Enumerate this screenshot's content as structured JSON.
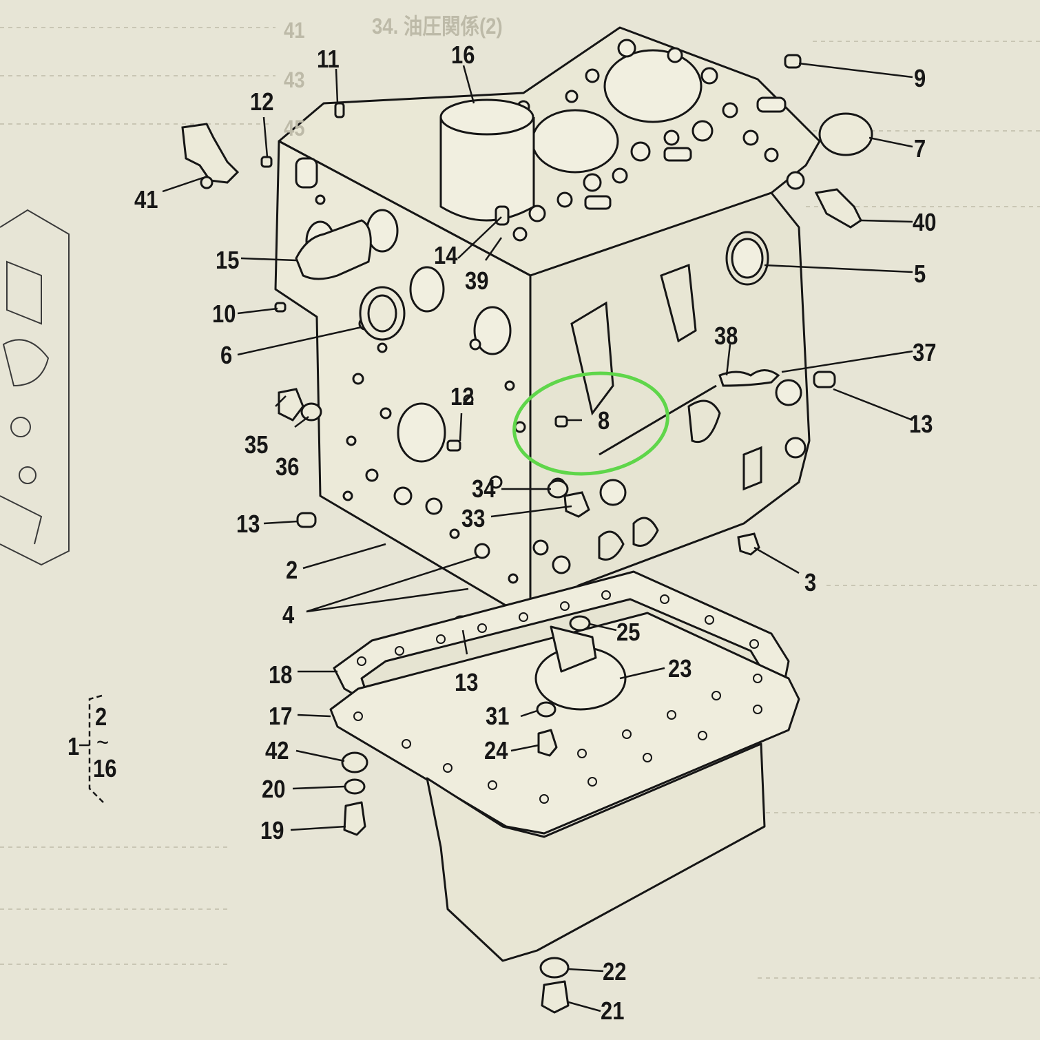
{
  "diagram": {
    "callouts": [
      {
        "id": "1",
        "text": "1"
      },
      {
        "id": "2",
        "text": "2"
      },
      {
        "id": "2b",
        "text": "2"
      },
      {
        "id": "3",
        "text": "3"
      },
      {
        "id": "4",
        "text": "4"
      },
      {
        "id": "5",
        "text": "5"
      },
      {
        "id": "6",
        "text": "6"
      },
      {
        "id": "7",
        "text": "7"
      },
      {
        "id": "8",
        "text": "8"
      },
      {
        "id": "9",
        "text": "9"
      },
      {
        "id": "10",
        "text": "10"
      },
      {
        "id": "11",
        "text": "11"
      },
      {
        "id": "12a",
        "text": "12"
      },
      {
        "id": "12b",
        "text": "12"
      },
      {
        "id": "13a",
        "text": "13"
      },
      {
        "id": "13b",
        "text": "13"
      },
      {
        "id": "13c",
        "text": "13"
      },
      {
        "id": "14",
        "text": "14"
      },
      {
        "id": "15",
        "text": "15"
      },
      {
        "id": "16a",
        "text": "16"
      },
      {
        "id": "16b",
        "text": "16"
      },
      {
        "id": "17",
        "text": "17"
      },
      {
        "id": "18",
        "text": "18"
      },
      {
        "id": "19",
        "text": "19"
      },
      {
        "id": "20",
        "text": "20"
      },
      {
        "id": "21",
        "text": "21"
      },
      {
        "id": "22",
        "text": "22"
      },
      {
        "id": "23",
        "text": "23"
      },
      {
        "id": "24",
        "text": "24"
      },
      {
        "id": "25",
        "text": "25"
      },
      {
        "id": "31",
        "text": "31"
      },
      {
        "id": "33",
        "text": "33"
      },
      {
        "id": "34",
        "text": "34"
      },
      {
        "id": "35",
        "text": "35"
      },
      {
        "id": "36",
        "text": "36"
      },
      {
        "id": "37",
        "text": "37"
      },
      {
        "id": "38",
        "text": "38"
      },
      {
        "id": "39",
        "text": "39"
      },
      {
        "id": "40",
        "text": "40"
      },
      {
        "id": "41",
        "text": "41"
      },
      {
        "id": "42",
        "text": "42"
      }
    ],
    "highlight_color": "#5fd64a",
    "ink_color": "#161616",
    "paper_color": "#e7e5d6"
  },
  "background_text": {
    "lines": [
      "34. 油圧関係(2)",
      "41",
      "43",
      "45"
    ]
  }
}
